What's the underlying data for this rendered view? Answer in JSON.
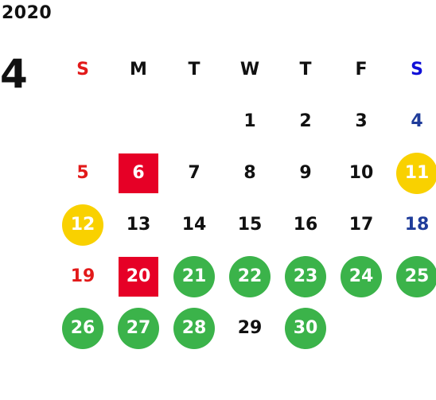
{
  "calendar": {
    "year": "2020",
    "month": "4",
    "weekdays": [
      "S",
      "M",
      "T",
      "W",
      "T",
      "F",
      "S"
    ],
    "colors": {
      "sunday_text": "#e21a1a",
      "saturday_text": "#1f3c9a",
      "saturday_header": "#1010d8",
      "default_text": "#111111",
      "closed_bg": "#e60026",
      "holiday_bg": "#f9d100",
      "event_bg": "#3bb34a",
      "highlight_text": "#ffffff"
    },
    "legend": {
      "closed": "closed_bg",
      "holiday": "holiday_bg",
      "event": "event_bg"
    },
    "weeks": [
      [
        null,
        null,
        null,
        {
          "label": "1"
        },
        {
          "label": "2"
        },
        {
          "label": "3"
        },
        {
          "label": "4"
        }
      ],
      [
        {
          "label": "5"
        },
        {
          "label": "6",
          "type": "closed"
        },
        {
          "label": "7"
        },
        {
          "label": "8"
        },
        {
          "label": "9"
        },
        {
          "label": "10"
        },
        {
          "label": "11",
          "type": "holiday"
        }
      ],
      [
        {
          "label": "12",
          "type": "holiday"
        },
        {
          "label": "13"
        },
        {
          "label": "14"
        },
        {
          "label": "15"
        },
        {
          "label": "16"
        },
        {
          "label": "17"
        },
        {
          "label": "18"
        }
      ],
      [
        {
          "label": "19"
        },
        {
          "label": "20",
          "type": "closed"
        },
        {
          "label": "21",
          "type": "event"
        },
        {
          "label": "22",
          "type": "event"
        },
        {
          "label": "23",
          "type": "event"
        },
        {
          "label": "24",
          "type": "event"
        },
        {
          "label": "25",
          "type": "event"
        }
      ],
      [
        {
          "label": "26",
          "type": "event"
        },
        {
          "label": "27",
          "type": "event"
        },
        {
          "label": "28",
          "type": "event"
        },
        {
          "label": "29"
        },
        {
          "label": "30",
          "type": "event"
        },
        null,
        null
      ]
    ]
  }
}
